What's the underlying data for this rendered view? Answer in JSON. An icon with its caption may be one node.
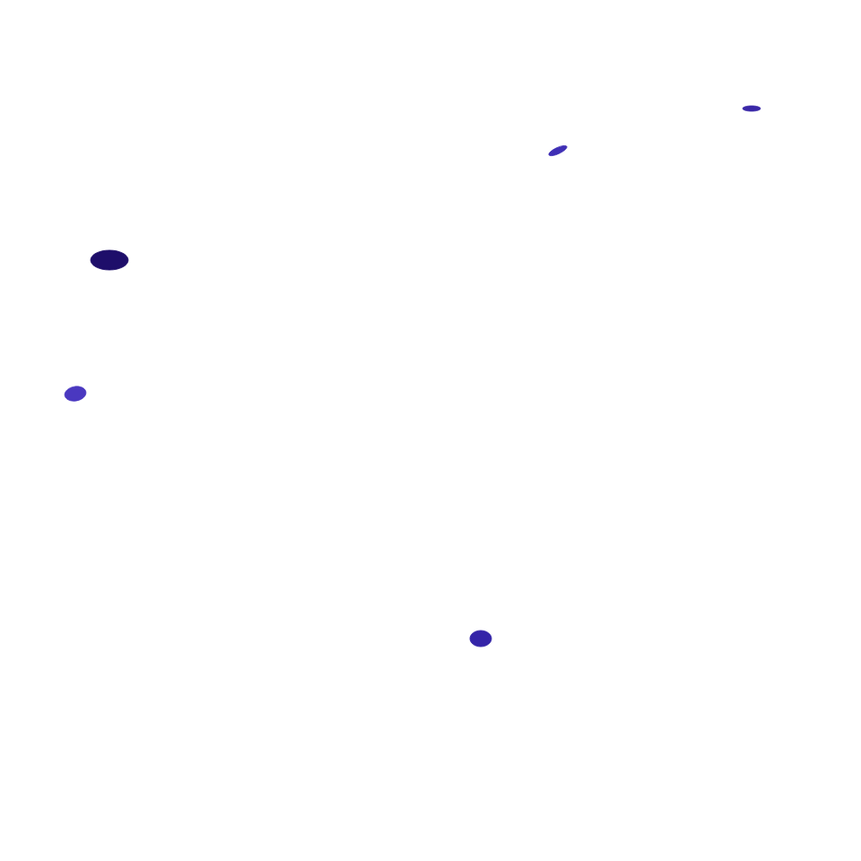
{
  "diagram": {
    "nodes": [
      {
        "text": [],
        "shape": "blob"
      },
      {
        "text": [],
        "shape": "blob"
      },
      {
        "text": [],
        "shape": "blob"
      },
      {
        "text": [],
        "shape": "blob"
      },
      {
        "text": [],
        "shape": "blob"
      }
    ]
  }
}
